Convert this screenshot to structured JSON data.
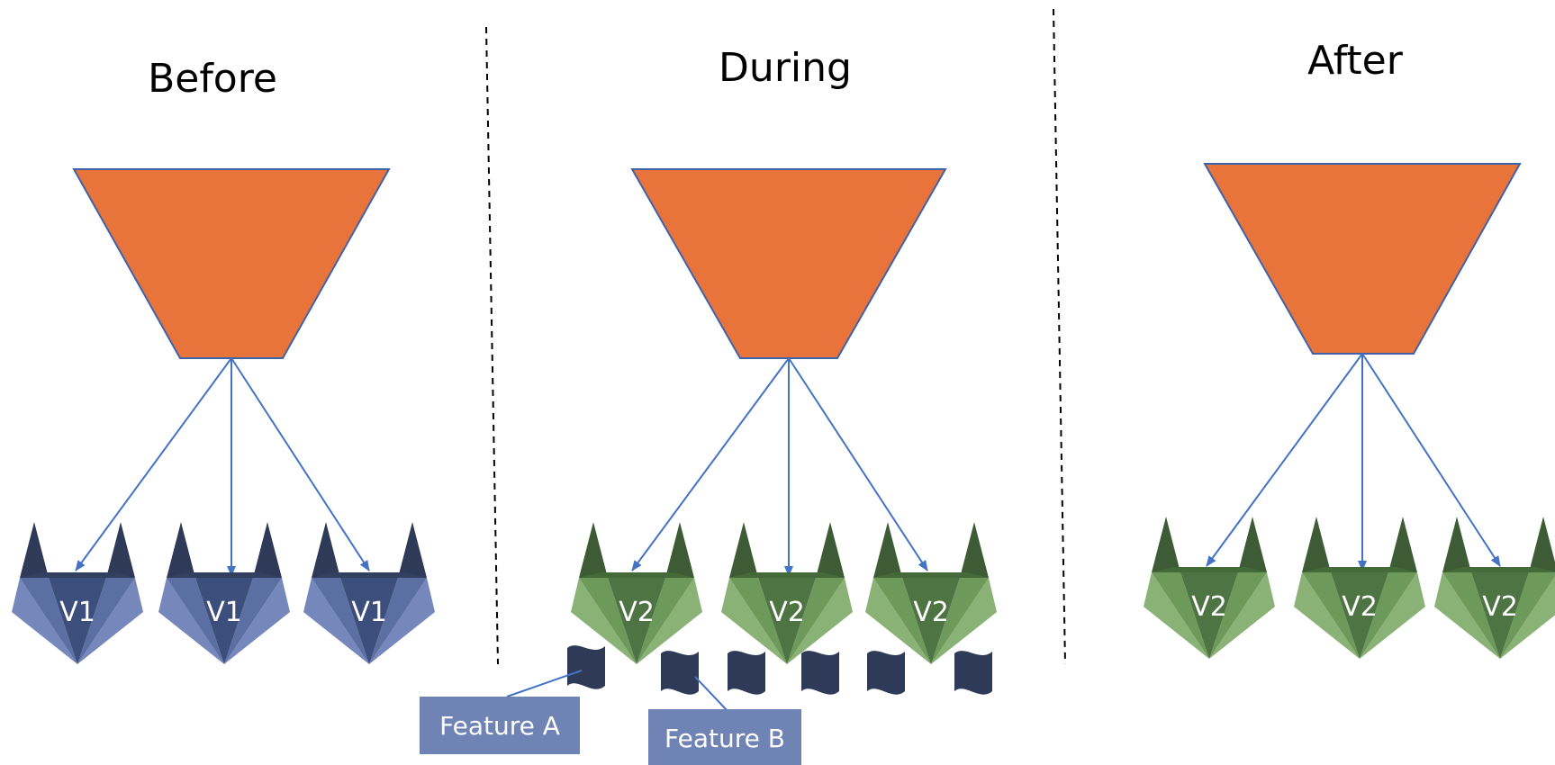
{
  "panels": [
    {
      "title": "Before",
      "version": "V1",
      "theme": "blue"
    },
    {
      "title": "During",
      "version": "V2",
      "theme": "green"
    },
    {
      "title": "After",
      "version": "V2",
      "theme": "green"
    }
  ],
  "feature_labels": {
    "a": "Feature A",
    "b": "Feature B"
  },
  "colors": {
    "funnel_fill": "#E8733B",
    "funnel_stroke": "#3F62A8",
    "arrow": "#4472C4",
    "divider": "#000000",
    "flag": "#2E3A57",
    "feature_box": "#6F83B5",
    "blue_theme": {
      "dark": "#2E3A57",
      "mid": "#3C4E7C",
      "light": "#5B6FA3",
      "lighter": "#7587BB",
      "top": "#333F5E"
    },
    "green_theme": {
      "dark": "#3D5B34",
      "mid": "#4F7444",
      "light": "#6D9A5B",
      "lighter": "#8BB276",
      "top": "#456A3A"
    }
  },
  "icons": {
    "funnel": "funnel-icon",
    "server_logo": "fox-logo-icon",
    "feature_flag": "flag-icon"
  }
}
